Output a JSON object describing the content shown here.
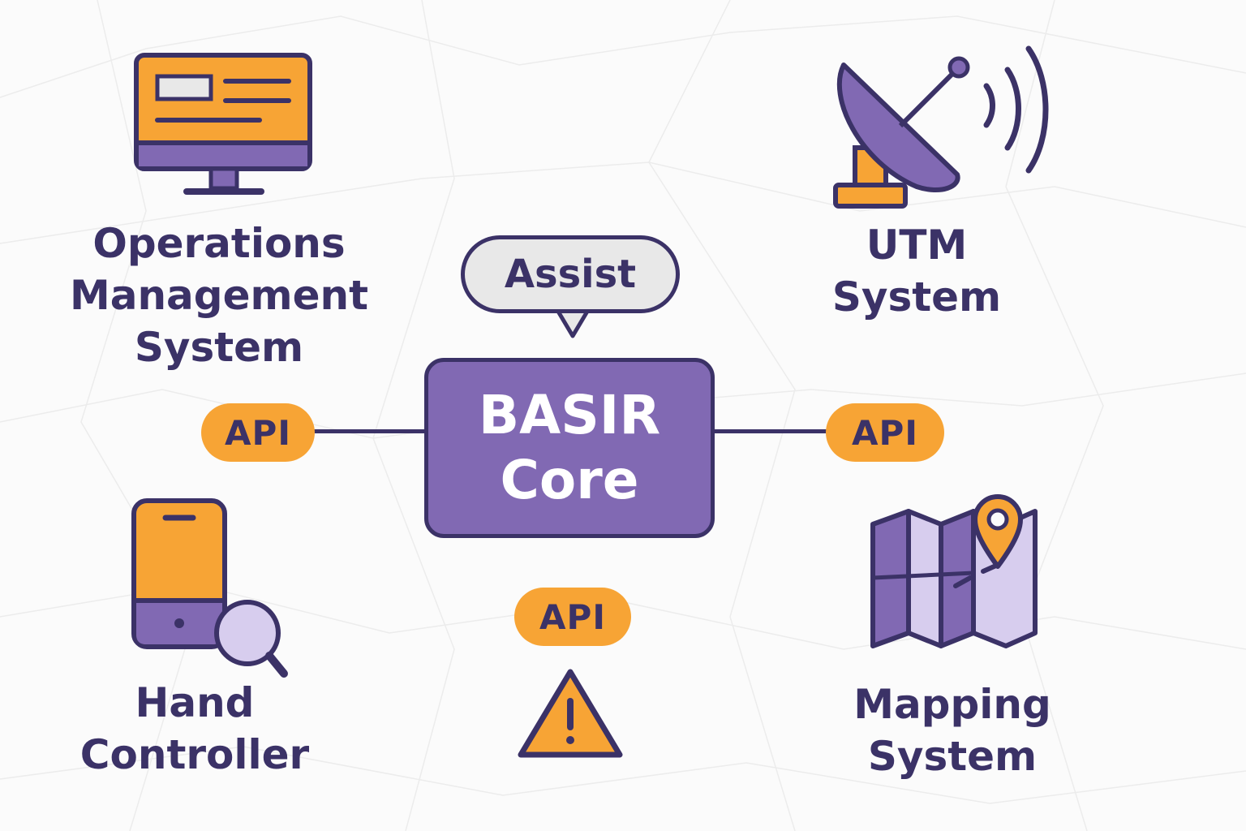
{
  "colors": {
    "navy": "#3b3267",
    "purple": "#8169b3",
    "orange": "#f7a435",
    "lavender": "#d7cdee",
    "bubble": "#e8e8e8",
    "background": "#fbfbfb"
  },
  "core": {
    "line1": "BASIR",
    "line2": "Core"
  },
  "assist": {
    "label": "Assist"
  },
  "nodes": {
    "ops": {
      "line1": "Operations",
      "line2": "Management",
      "line3": "System",
      "icon": "monitor-icon"
    },
    "utm": {
      "line1": "UTM",
      "line2": "System",
      "icon": "satellite-dish-icon"
    },
    "hand": {
      "line1": "Hand",
      "line2": "Controller",
      "icon": "phone-search-icon"
    },
    "mapping": {
      "line1": "Mapping",
      "line2": "System",
      "icon": "map-pin-icon"
    },
    "alert": {
      "icon": "warning-triangle-icon"
    }
  },
  "api_badges": {
    "left": "API",
    "right": "API",
    "bottom": "API"
  }
}
